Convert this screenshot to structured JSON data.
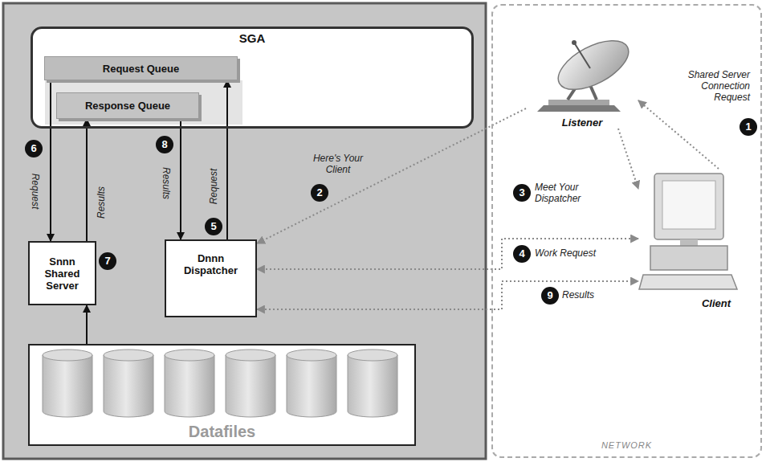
{
  "diagram": {
    "nodes": [
      {
        "text": [
          "SGA"
        ]
      },
      {
        "text": [
          "Request Queue"
        ],
        "in": 0
      },
      {
        "text": [
          "Response Queue"
        ],
        "in": 0
      },
      {
        "text": [
          "Snnn Shared Server"
        ]
      },
      {
        "text": [
          "Dnnn Dispatcher"
        ]
      },
      {
        "text": [
          "Datafiles"
        ]
      },
      {
        "text": [
          "NETWORK"
        ]
      },
      {
        "text": [
          "Listener"
        ],
        "in": 6
      },
      {
        "text": [
          "Client"
        ],
        "in": 6
      }
    ],
    "edges": [
      {
        "from": 8,
        "to": 7,
        "arrow": "to",
        "label": "Shared Server Connection Request"
      },
      {
        "from": 7,
        "to": 4,
        "arrow": "to",
        "label": "Here's Your Client"
      },
      {
        "from": 7,
        "to": 8,
        "arrow": "to",
        "label": "Meet Your Dispatcher"
      },
      {
        "from": 8,
        "to": 4,
        "arrow": "both",
        "label": "Work Request"
      },
      {
        "from": 4,
        "to": 1,
        "arrow": "to",
        "label": "Request"
      },
      {
        "from": 1,
        "to": 3,
        "arrow": "to",
        "label": "Request"
      },
      {
        "from": 3,
        "to": 2,
        "arrow": "to",
        "label": "Results"
      },
      {
        "from": 2,
        "to": 4,
        "arrow": "to",
        "label": "Results"
      },
      {
        "from": 4,
        "to": 8,
        "arrow": "both",
        "label": "Results"
      },
      {
        "from": 5,
        "to": 3,
        "arrow": "to"
      }
    ],
    "labels": [
      "1",
      "2",
      "3",
      "4",
      "5",
      "6",
      "7",
      "8",
      "9"
    ]
  }
}
